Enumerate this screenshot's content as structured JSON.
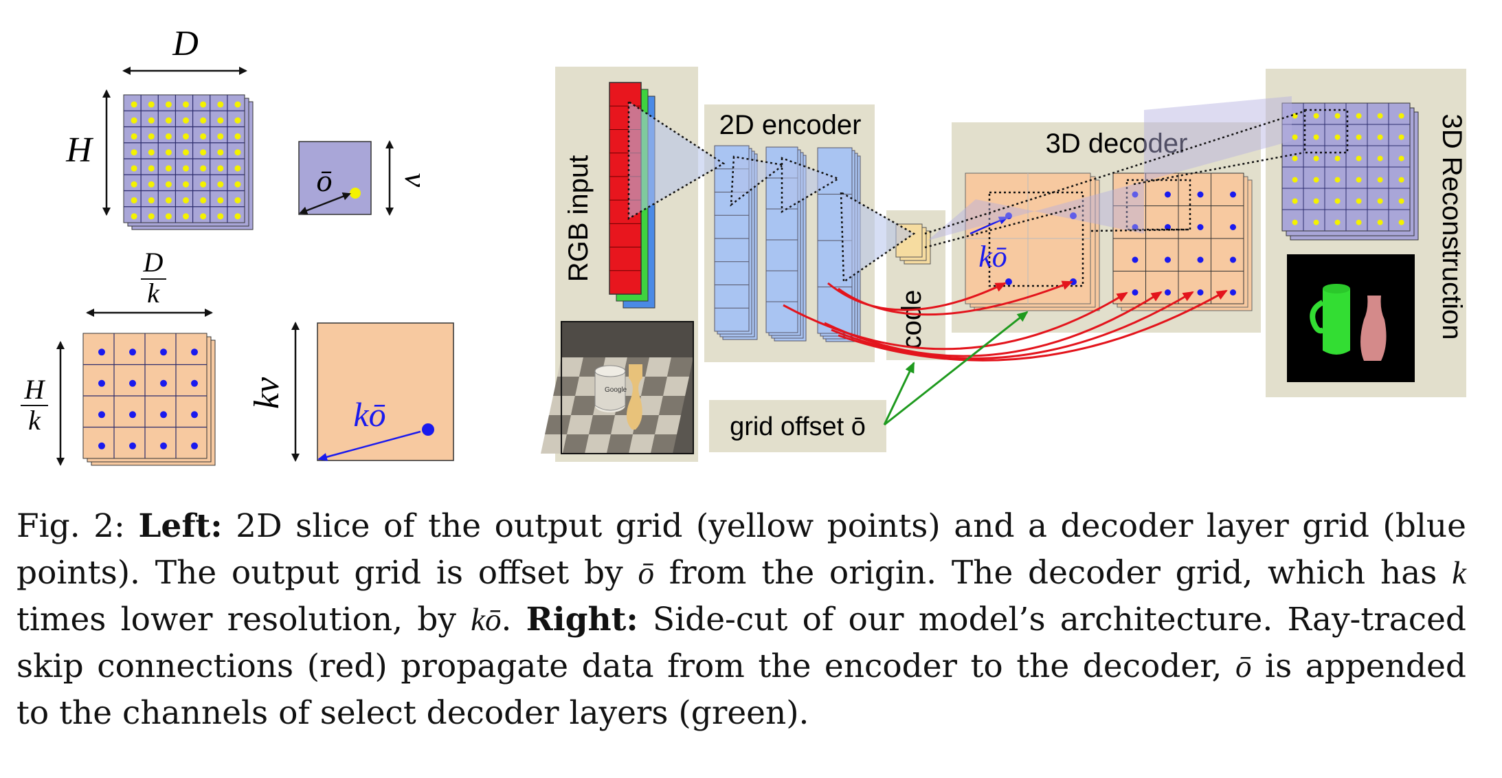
{
  "left_panel": {
    "label_D": "D",
    "label_H": "H",
    "label_v": "v",
    "label_obar": "ō",
    "frac_D_num": "D",
    "frac_k": "k",
    "frac_H_num": "H",
    "label_kv": "kv",
    "label_kobar": "kō"
  },
  "right_panel": {
    "rgb_input": "RGB input",
    "encoder": "2D encoder",
    "code": "code",
    "decoder": "3D decoder",
    "decoder_kobar": "kō",
    "grid_offset": "grid offset ō",
    "reconstruction": "3D Reconstruction",
    "photo_text": "Google"
  },
  "caption": {
    "fig": "Fig. 2:",
    "left_label": "Left:",
    "left_text_1": " 2D slice of the output grid (yellow points) and a decoder layer grid (blue points). The output grid is offset by ",
    "obar": "ō",
    "left_text_2": " from the origin. The decoder grid, which has ",
    "k": "k",
    "left_text_3": " times lower resolution, by ",
    "kobar_k": "k",
    "kobar_o": "ō",
    "left_text_4": ". ",
    "right_label": "Right:",
    "right_text_1": " Side-cut of our model’s architecture. Ray-traced skip connections (red) propagate data from the encoder to the decoder, ",
    "obar2": "ō",
    "right_text_2": " is appended to the channels of select decoder layers (green)."
  },
  "colors": {
    "purple_grid": "#a9a6d8",
    "orange_grid": "#f7c9a0",
    "beige_panel": "#e2dfcc",
    "encoder_blue": "#a9c4f2",
    "skip_red": "#e3141c",
    "offset_green": "#1e9a1e",
    "point_yellow": "#f4f200",
    "point_blue": "#1a1aee"
  }
}
